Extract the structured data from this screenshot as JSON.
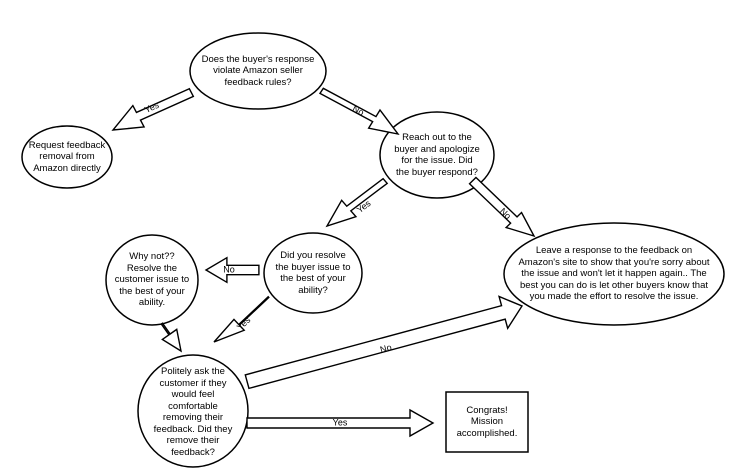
{
  "nodes": {
    "q_violate": "Does the buyer's response\nviolate Amazon seller\nfeedback rules?",
    "request_removal": "Request feedback\nremoval from\nAmazon directly",
    "reach_out": "Reach out to the\nbuyer and apologize\nfor the issue. Did\nthe buyer respond?",
    "why_not": "Why not??\nResolve the\ncustomer issue to\nthe best of your\nability.",
    "did_resolve": "Did you resolve\nthe buyer issue to\nthe best of your\nability?",
    "leave_response": "Leave a response to the feedback on\nAmazon's site to show that you're sorry about\nthe issue and won't let it happen again.. The\nbest you can do is let other buyers know that\nyou made the effort to resolve the issue.",
    "politely_ask": "Politely ask the\ncustomer if they\nwould feel\ncomfortable\nremoving their\nfeedback. Did they\nremove their\nfeedback?",
    "congrats": "Congrats!\nMission\naccomplished."
  },
  "arrows": {
    "yes_1": "Yes",
    "no_1": "No",
    "yes_2": "Yes",
    "no_2": "No",
    "no_3": "No",
    "yes_3": "Yes",
    "no_4": "No",
    "yes_4": "Yes"
  }
}
